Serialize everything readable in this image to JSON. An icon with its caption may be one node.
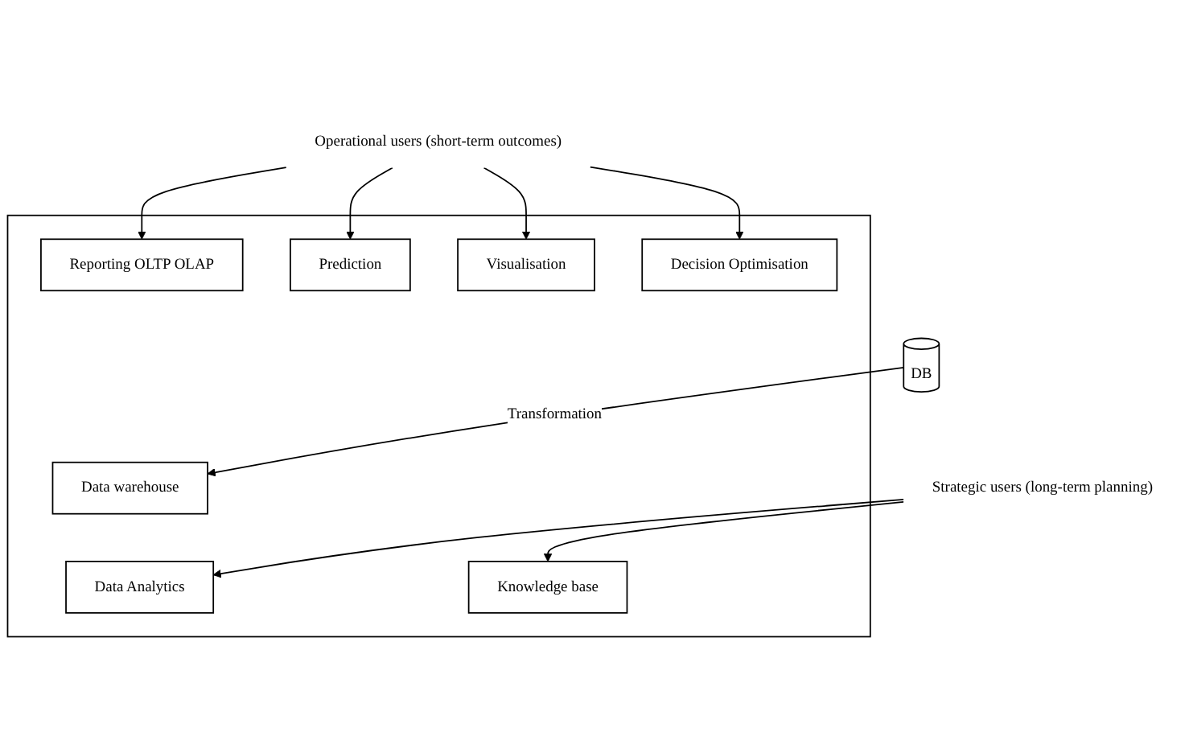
{
  "diagram": {
    "nodes": [
      {
        "text": [
          "Operational users (short-term outcomes)"
        ]
      },
      {
        "text": [],
        "shape": "box"
      },
      {
        "text": [
          "Reporting OLTP OLAP"
        ],
        "in": 1
      },
      {
        "text": [
          "Prediction"
        ],
        "in": 1
      },
      {
        "text": [
          "Visualisation"
        ],
        "in": 1
      },
      {
        "text": [
          "Decision Optimisation"
        ],
        "in": 1
      },
      {
        "text": [
          "Data warehouse"
        ],
        "in": 1
      },
      {
        "text": [
          "DB"
        ]
      },
      {
        "text": [
          "Data Analytics"
        ],
        "in": 1
      },
      {
        "text": [
          "Knowledge base"
        ],
        "in": 1
      },
      {
        "text": [
          "Strategic users (long-term planning)"
        ]
      }
    ],
    "edges": [
      {
        "from": 0,
        "to": 2,
        "arrow": "to"
      },
      {
        "from": 0,
        "to": 3,
        "arrow": "to"
      },
      {
        "from": 0,
        "to": 4,
        "arrow": "to"
      },
      {
        "from": 0,
        "to": 5,
        "arrow": "to"
      },
      {
        "from": 7,
        "to": 6,
        "arrow": "to",
        "label": "Transformation"
      },
      {
        "from": 10,
        "to": 8,
        "arrow": "to"
      },
      {
        "from": 10,
        "to": 9,
        "arrow": "to"
      }
    ]
  }
}
